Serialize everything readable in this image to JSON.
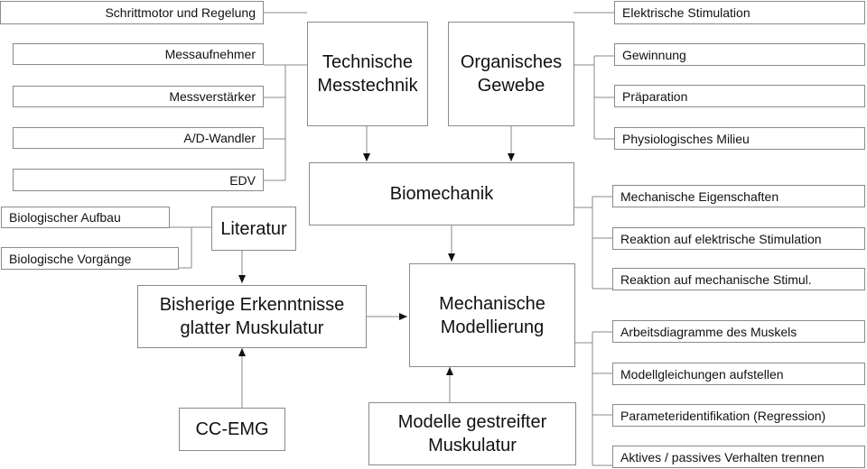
{
  "main": {
    "technische": [
      "Technische",
      "Messtechnik"
    ],
    "organisches": [
      "Organisches",
      "Gewebe"
    ],
    "biomechanik": "Biomechanik",
    "literatur": "Literatur",
    "erkenntnisse": [
      "Bisherige Erkenntnisse",
      "glatter Muskulatur"
    ],
    "modellierung": [
      "Mechanische",
      "Modellierung"
    ],
    "ccemg": "CC-EMG",
    "gestreifter": [
      "Modelle gestreifter",
      "Muskulatur"
    ]
  },
  "messtechnik_items": [
    "Schrittmotor und Regelung",
    "Messaufnehmer",
    "Messverstärker",
    "A/D-Wandler",
    "EDV"
  ],
  "gewebe_items": [
    "Elektrische Stimulation",
    "Gewinnung",
    "Präparation",
    "Physiologisches Milieu"
  ],
  "biomechanik_items": [
    "Mechanische Eigenschaften",
    "Reaktion auf elektrische Stimulation",
    "Reaktion auf mechanische Stimul."
  ],
  "literatur_items": [
    "Biologischer Aufbau",
    "Biologische Vorgänge"
  ],
  "modellierung_items": [
    "Arbeitsdiagramme des Muskels",
    "Modellgleichungen aufstellen",
    "Parameteridentifikation (Regression)",
    "Aktives / passives Verhalten trennen"
  ]
}
